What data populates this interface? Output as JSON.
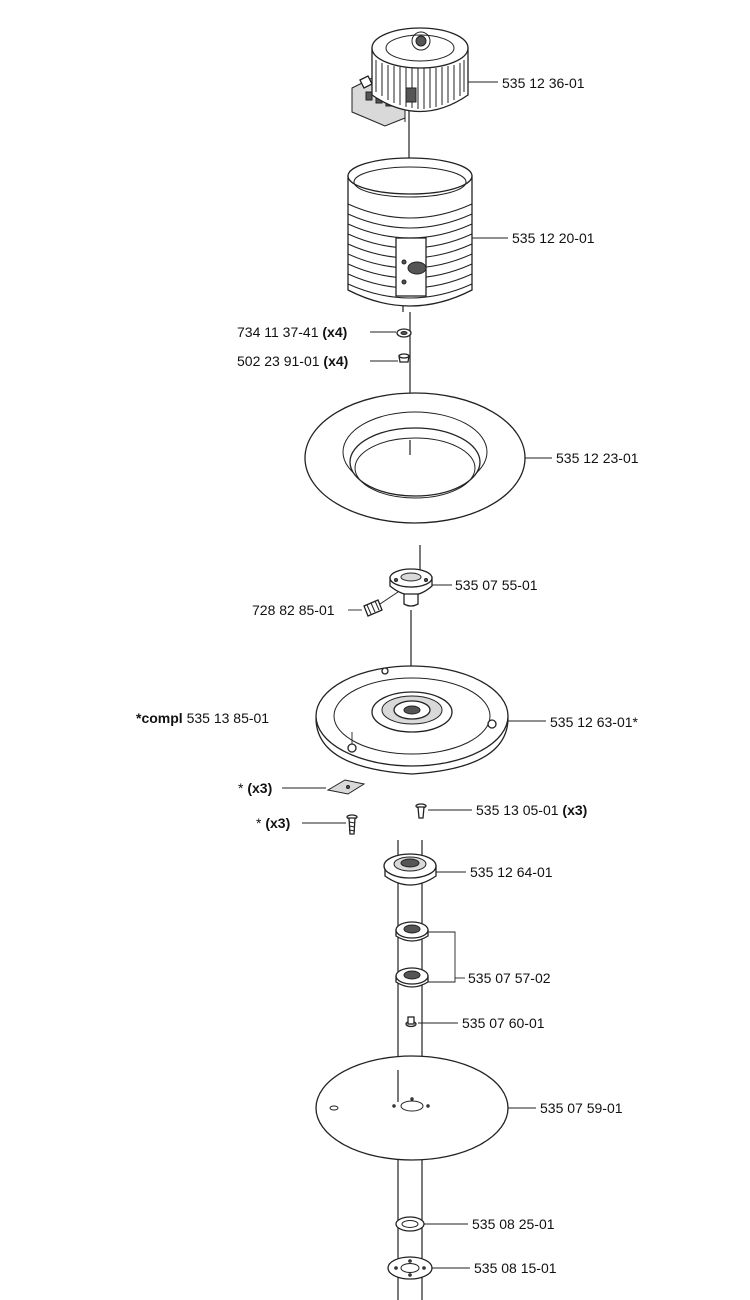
{
  "parts": [
    {
      "id": "motor",
      "number": "535 12 36-01"
    },
    {
      "id": "motor-housing",
      "number": "535 12 20-01"
    },
    {
      "id": "washer",
      "number": "734 11 37-41",
      "qty": "(x4)"
    },
    {
      "id": "screw-housing",
      "number": "502 23 91-01",
      "qty": "(x4)"
    },
    {
      "id": "outer-ring",
      "number": "535 12 23-01"
    },
    {
      "id": "hub",
      "number": "535 07 55-01"
    },
    {
      "id": "set-screw",
      "number": "728 82 85-01"
    },
    {
      "id": "blade-disc-complete",
      "prefix": "*compl",
      "number": "535 13 85-01"
    },
    {
      "id": "blade-disc",
      "number": "535 12 63-01*"
    },
    {
      "id": "blade",
      "prefix": "*",
      "qty": "(x3)"
    },
    {
      "id": "blade-screw",
      "prefix": "*",
      "qty": "(x3)"
    },
    {
      "id": "disc-screw",
      "number": "535 13 05-01",
      "qty": "(x3)"
    },
    {
      "id": "bearing-housing",
      "number": "535 12 64-01"
    },
    {
      "id": "ball-bearing",
      "number": "535 07 57-02"
    },
    {
      "id": "pin",
      "number": "535 07 60-01"
    },
    {
      "id": "skid-plate",
      "number": "535 07 59-01"
    },
    {
      "id": "spacer-washer",
      "number": "535 08 25-01"
    },
    {
      "id": "bottom-plate",
      "number": "535 08 15-01"
    }
  ]
}
